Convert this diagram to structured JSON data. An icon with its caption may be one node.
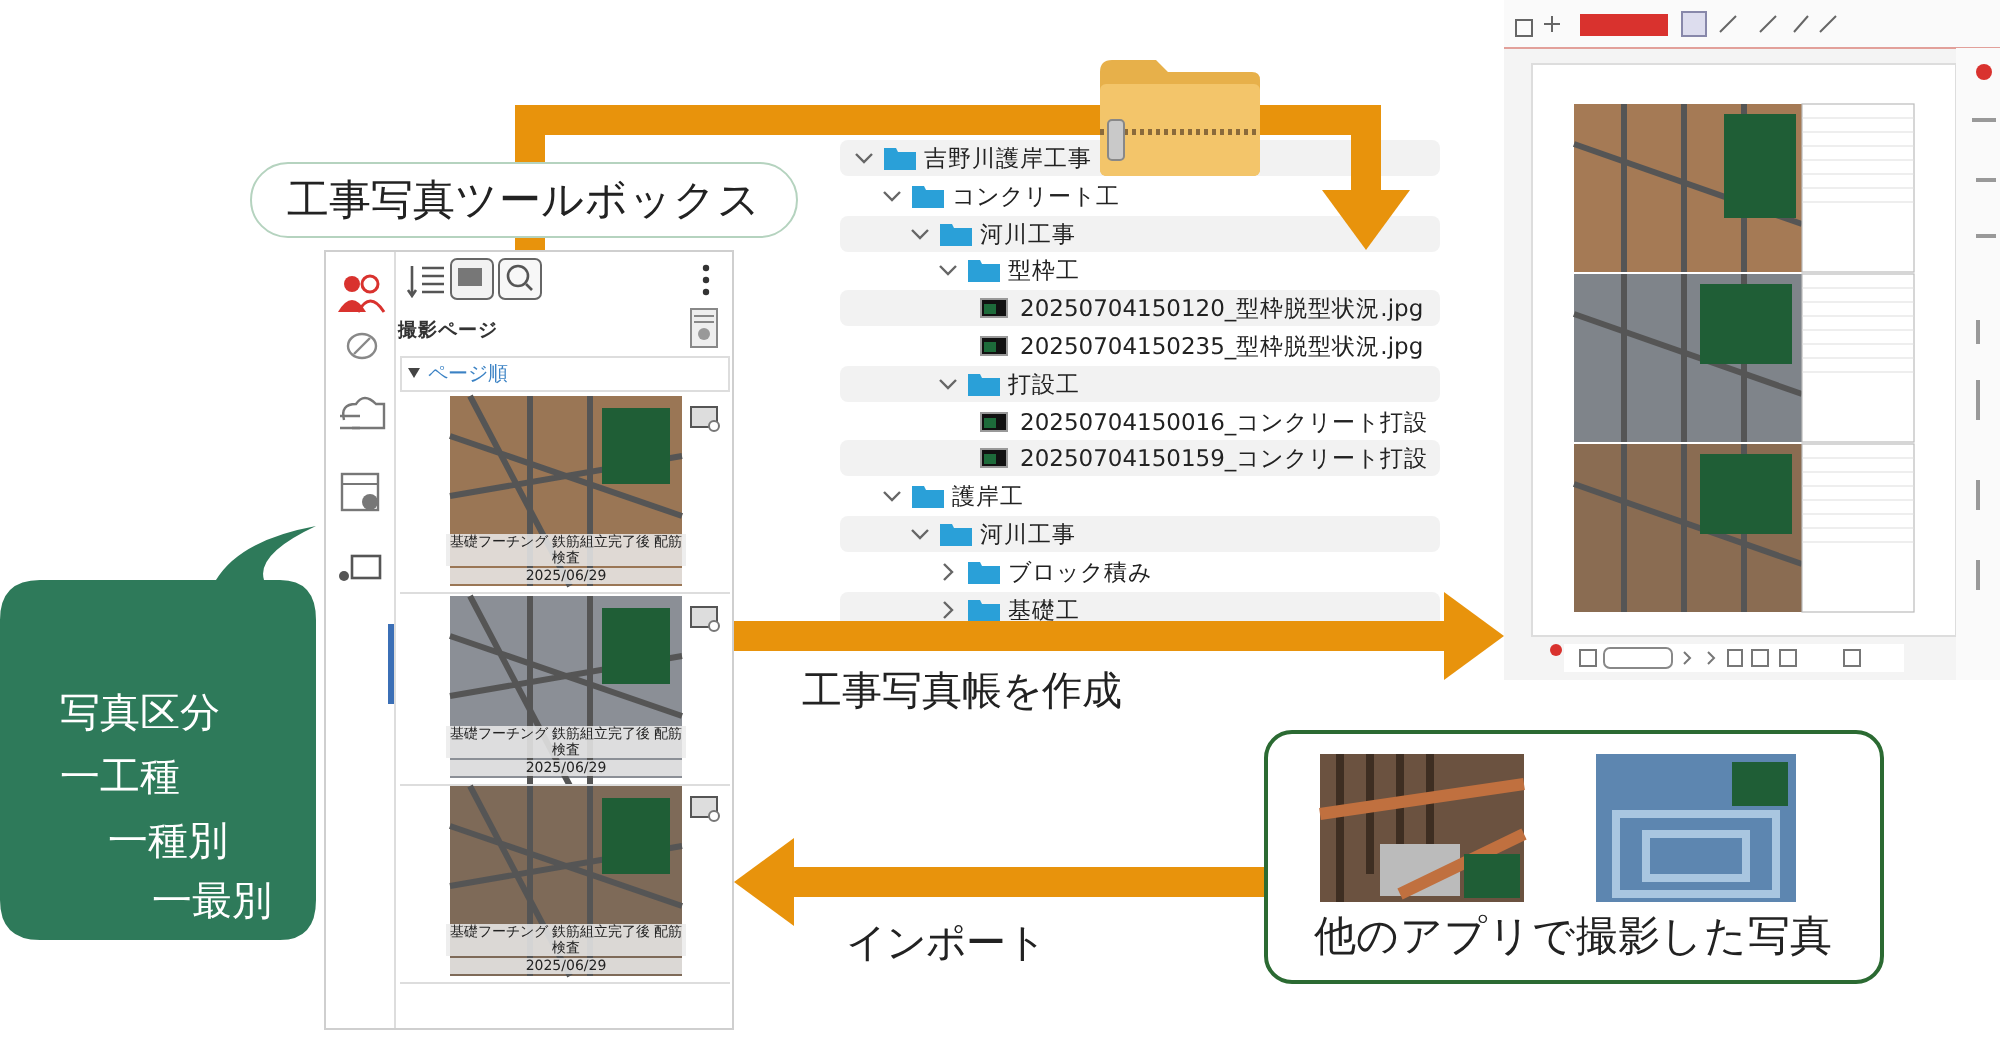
{
  "diagram": {
    "nodes": [
      {
        "text": [
          "工事写真ツールボックス",
          "撮影ページ",
          "ページ順",
          "基礎フーチング 鉄筋組立完了後 配筋検査",
          "2025/06/29",
          "基礎フーチング 鉄筋組立完了後 配筋検査",
          "2025/06/29",
          "基礎フーチング 鉄筋組立完了後 配筋検査",
          "2025/06/29"
        ]
      },
      {
        "text": [
          "吉野川護岸工事",
          "コンクリート工",
          "河川工事",
          "型枠工",
          "20250704150120_型枠脱型状況.jpg",
          "20250704150235_型枠脱型状況.jpg",
          "打設工",
          "20250704150016_コンクリート打設",
          "20250704150159_コンクリート打設",
          "護岸工",
          "河川工事",
          "ブロック積み",
          "基礎工"
        ]
      },
      {
        "text": [],
        "shape": "picture"
      },
      {
        "text": [
          "写真区分",
          "一工種",
          "一種別",
          "一最別"
        ]
      },
      {
        "text": [
          "他のアプリで撮影した写真"
        ]
      }
    ],
    "edges": [
      {
        "from": 0,
        "to": 1,
        "arrow": "to"
      },
      {
        "from": 0,
        "to": 2,
        "arrow": "to",
        "label": "工事写真帳を作成"
      },
      {
        "from": 4,
        "to": 0,
        "arrow": "to",
        "label": "インポート"
      }
    ]
  }
}
